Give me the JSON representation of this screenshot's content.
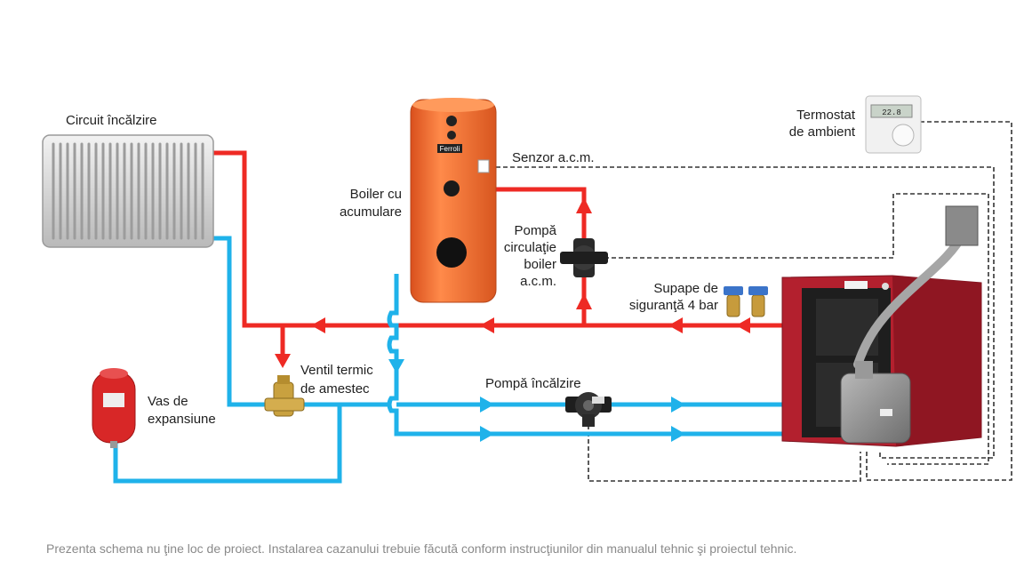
{
  "labels": {
    "heating_circuit": "Circuit încălzire",
    "thermostat_l1": "Termostat",
    "thermostat_l2": "de ambient",
    "dhw_sensor": "Senzor a.c.m.",
    "boiler_l1": "Boiler cu",
    "boiler_l2": "acumulare",
    "pump_dhw_l1": "Pompă",
    "pump_dhw_l2": "circulaţie",
    "pump_dhw_l3": "boiler",
    "pump_dhw_l4": "a.c.m.",
    "valves_l1": "Supape de",
    "valves_l2": "siguranţă 4 bar",
    "mixing_valve_l1": "Ventil termic",
    "mixing_valve_l2": "de amestec",
    "expansion_l1": "Vas de",
    "expansion_l2": "expansiune",
    "heating_pump": "Pompă încălzire"
  },
  "brand": "Ferroli",
  "thermostat_display": "22.8",
  "footer_note": "Prezenta schema nu ţine loc de proiect. Instalarea cazanului trebuie făcută conform instrucţiunilor din manualul tehnic şi proiectul tehnic.",
  "colors": {
    "hot_pipe": "#ee2a24",
    "cold_pipe": "#1fb2ea",
    "signal_line": "#333333",
    "boiler_tank": "#f26b2d",
    "main_boiler": "#b3202e"
  }
}
